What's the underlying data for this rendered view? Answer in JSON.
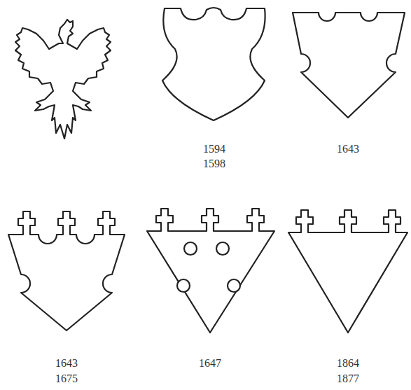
{
  "diagram": {
    "labels": [
      "1594",
      "1598",
      "1643",
      "1643",
      "1675",
      "1647",
      "1864",
      "1877"
    ]
  }
}
